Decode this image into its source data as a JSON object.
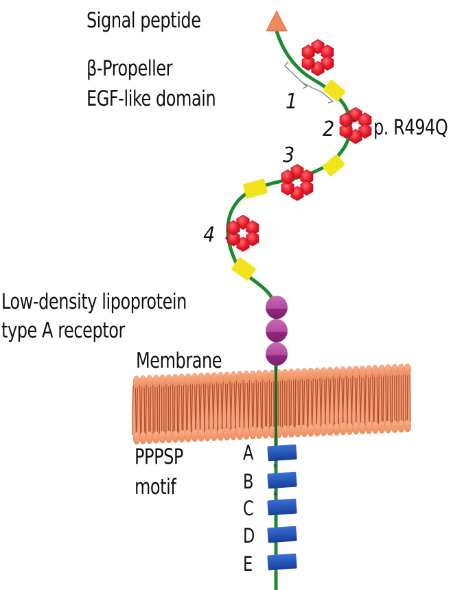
{
  "labels": {
    "signal_peptide": "Signal peptide",
    "beta_propeller": "β-Propeller",
    "egf_like": "EGF-like domain",
    "mutation": "p. R494Q",
    "ldl_line1": "Low-density lipoprotein",
    "ldl_line2": "type A receptor",
    "membrane": "Membrane",
    "pppsp_line1": "PPPSP",
    "pppsp_line2": "motif"
  },
  "propeller_numbers": [
    "1",
    "2",
    "3",
    "4"
  ],
  "pppsp_letters": [
    "A",
    "B",
    "C",
    "D",
    "E"
  ],
  "colors": {
    "backbone": "#1e8a2e",
    "propeller": "#e8192c",
    "egf": "#f2e41c",
    "signal": "#f08a5d",
    "ldla": "#a0358a",
    "membrane_head": "#f59a70",
    "membrane_tail": "#b5502e",
    "pppsp": "#1f4fb5"
  }
}
